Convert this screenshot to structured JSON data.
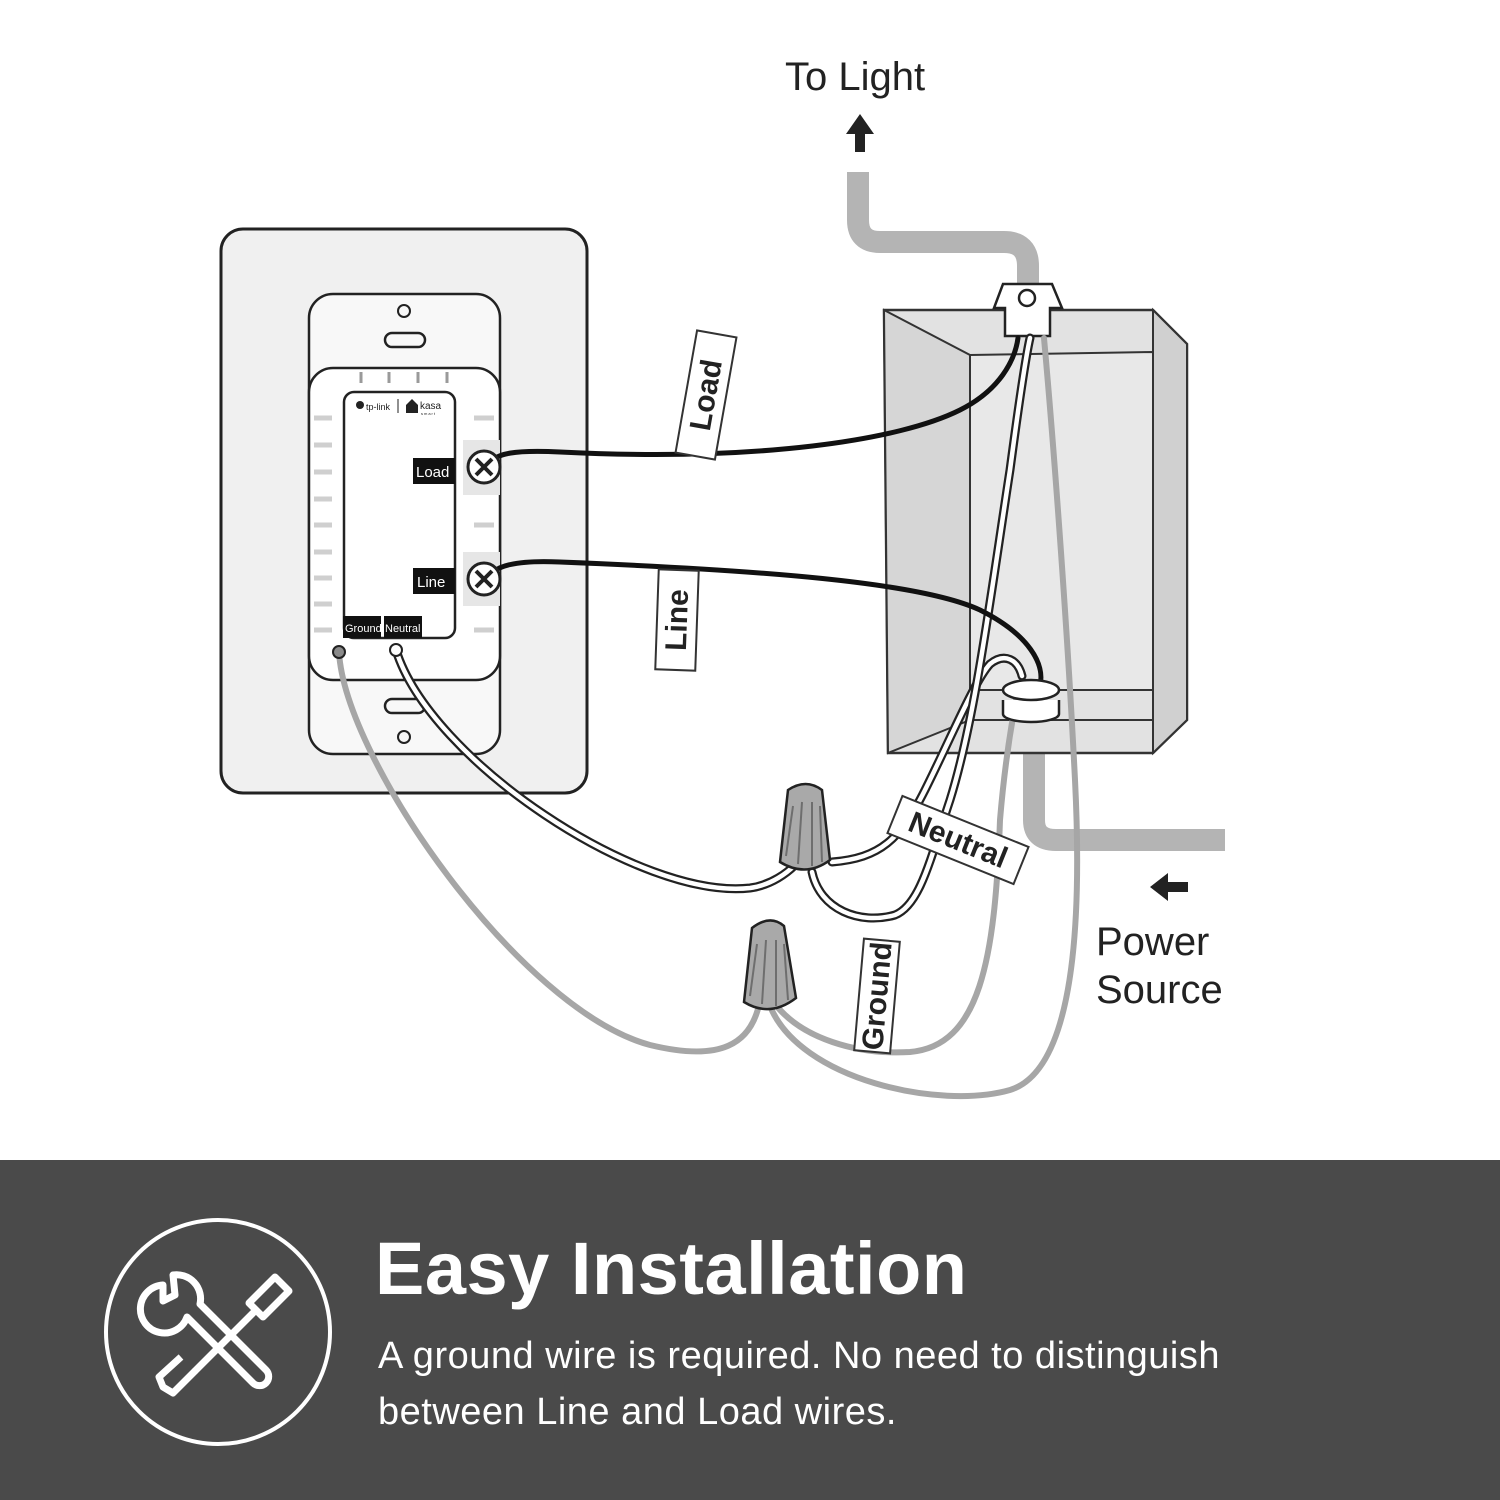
{
  "diagram": {
    "to_light_label": "To Light",
    "power_source_label": [
      "Power",
      "Source"
    ],
    "wire_tags": {
      "load": "Load",
      "line": "Line",
      "neutral": "Neutral",
      "ground": "Ground"
    },
    "device": {
      "brand_left": "tp-link",
      "brand_right": "kasa",
      "brand_right_sub": "smart",
      "terminal_load": "Load",
      "terminal_line": "Line",
      "terminal_ground": "Ground",
      "terminal_neutral": "Neutral"
    }
  },
  "banner": {
    "icon": "wrench-screwdriver-icon",
    "title": "Easy Installation",
    "description": "A ground wire is required. No need to distinguish between Line and Load wires."
  },
  "colors": {
    "banner_background": "#4a4a4a",
    "wire_ground": "#a6a6a6",
    "wire_hot": "#111111",
    "wire_neutral": "#ffffff"
  }
}
